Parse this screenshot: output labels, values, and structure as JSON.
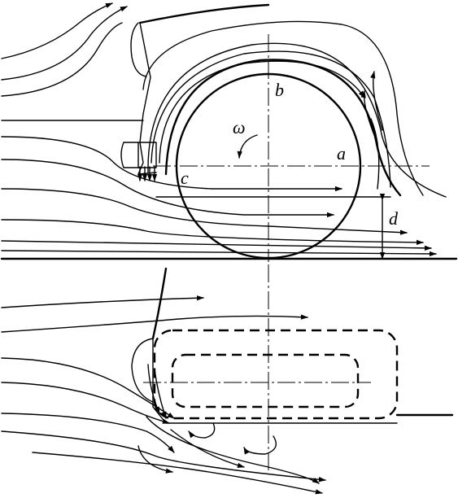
{
  "labels": {
    "point_a": "a",
    "point_b": "b",
    "point_c": "c",
    "gap": "d",
    "angular_velocity": "ω"
  }
}
